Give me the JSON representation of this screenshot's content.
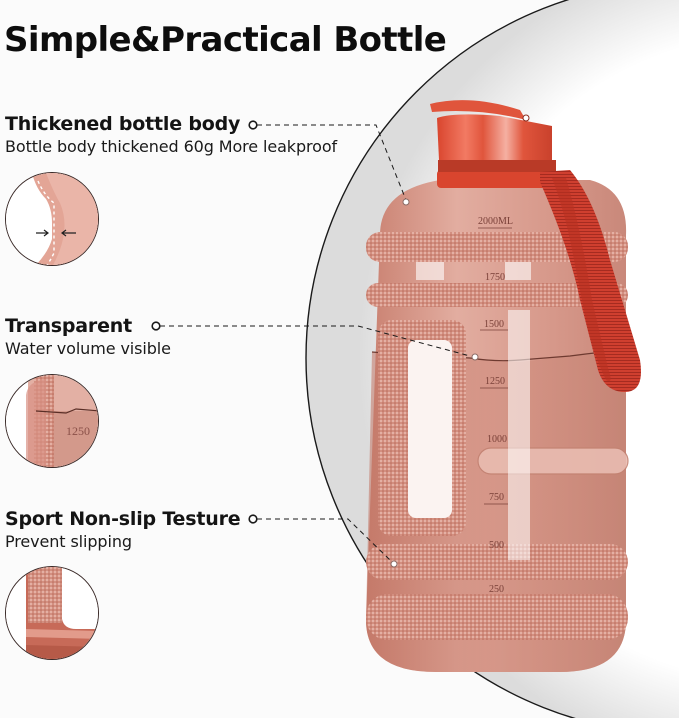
{
  "title": "Simple&Practical Bottle",
  "features": [
    {
      "heading": "Thickened bottle body",
      "description": "Bottle body thickened 60g More leakproof",
      "thumbnail": "bottle-wall-thickness-closeup"
    },
    {
      "heading": "Transparent",
      "description": "Water volume visible",
      "thumbnail": "water-level-closeup",
      "thumbnail_label": "1250"
    },
    {
      "heading": "Sport Non-slip Testure",
      "description": "Prevent slipping",
      "thumbnail": "textured-grip-closeup"
    }
  ],
  "bottle": {
    "capacity_label": "2000ML",
    "scale_marks": [
      "1750",
      "1500",
      "1250",
      "1000",
      "750",
      "500",
      "250"
    ],
    "colors": {
      "body": "#d99a8c",
      "body_dark": "#c47b6c",
      "cap": "#e0553c",
      "strap": "#c8392b",
      "background": "#fbfbfb",
      "outline": "#1a1a1a"
    }
  }
}
